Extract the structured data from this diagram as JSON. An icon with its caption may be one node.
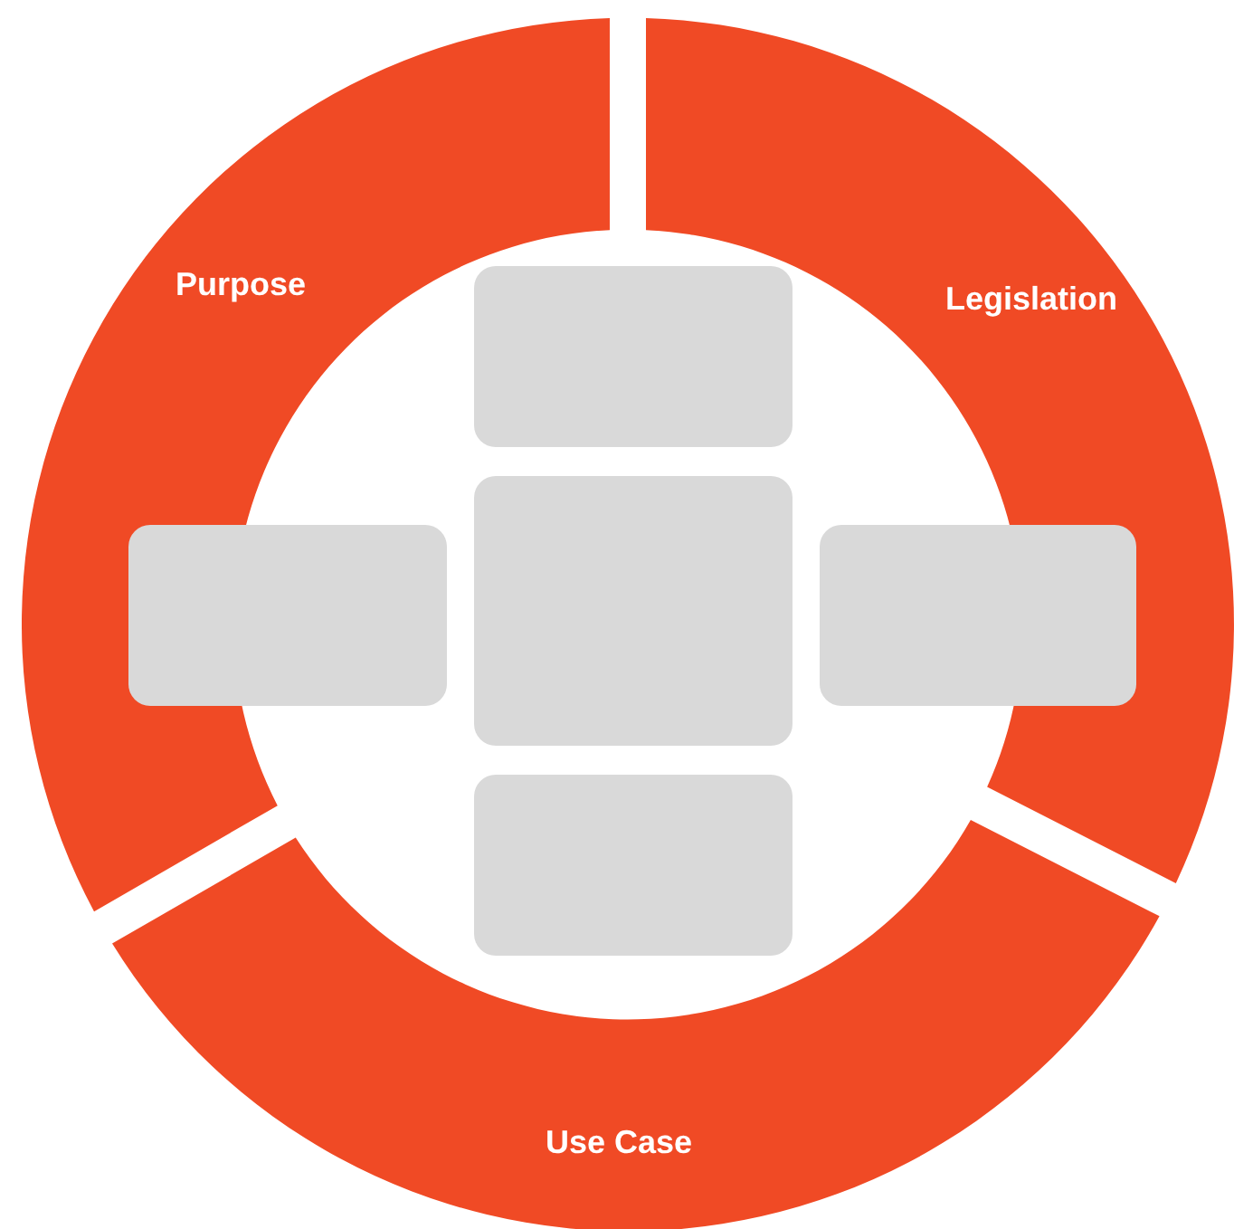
{
  "diagram": {
    "nodes": [
      {
        "text": [
          "Purpose"
        ]
      },
      {
        "text": [
          "Legislation"
        ]
      },
      {
        "text": [],
        "shape": "box"
      },
      {
        "text": [],
        "shape": "box"
      },
      {
        "text": [],
        "shape": "box"
      },
      {
        "text": [],
        "shape": "box"
      },
      {
        "text": [],
        "shape": "box"
      },
      {
        "text": [
          "Use Case"
        ]
      }
    ]
  }
}
